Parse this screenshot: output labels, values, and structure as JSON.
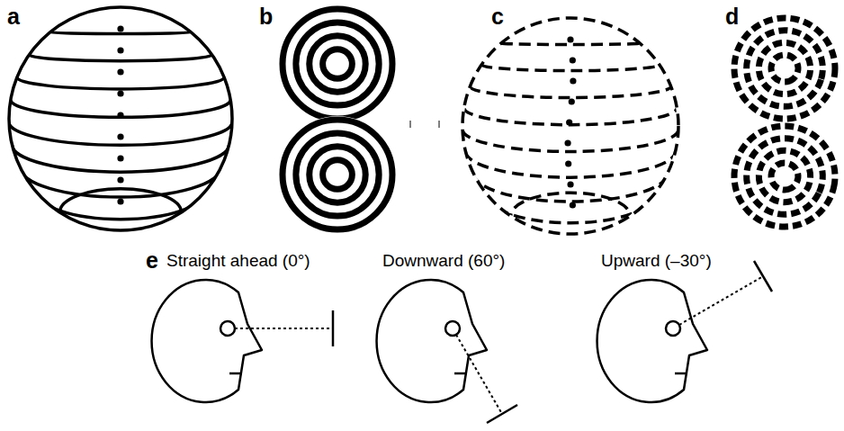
{
  "diagram": {
    "labels": [
      "a",
      "b",
      "c",
      "d",
      "e",
      "Straight ahead (0°)",
      "Downward (60°)",
      "Upward (–30°)"
    ]
  }
}
